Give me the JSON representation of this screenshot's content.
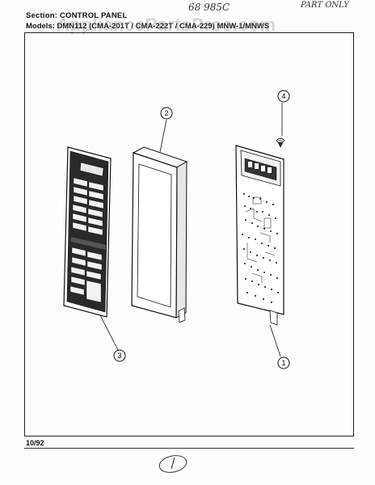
{
  "header": {
    "section_label": "Section:",
    "section_value": "CONTROL PANEL",
    "models_label": "Models:",
    "models_value": "DMN112 (CMA-201T / CMA-222T / CMA-229) MNW-1/MNWS"
  },
  "handwritten": {
    "top_note_1": "68 985C",
    "top_note_2": "PART ONLY"
  },
  "watermark": "AppliancePartsPros.com",
  "footer": {
    "date": "10/92"
  },
  "callouts": [
    {
      "id": "callout-1",
      "label": "1"
    },
    {
      "id": "callout-2",
      "label": "2"
    },
    {
      "id": "callout-3",
      "label": "3"
    },
    {
      "id": "callout-4",
      "label": "4"
    }
  ],
  "parts": {
    "part_1": "control-board",
    "part_2": "control-panel-frame",
    "part_3": "touchpad-overlay",
    "part_4": "screw"
  }
}
